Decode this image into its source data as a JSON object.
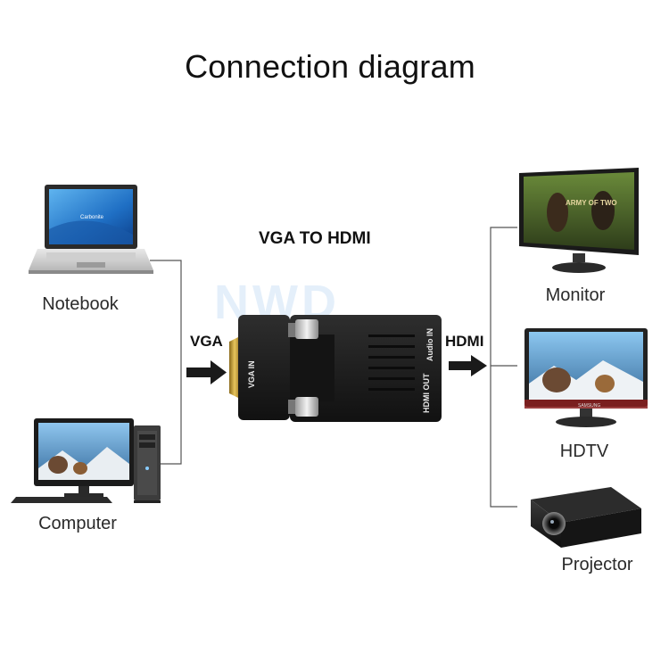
{
  "title": "Connection diagram",
  "subtitle": "VGA TO HDMI",
  "sources": [
    {
      "label": "Notebook"
    },
    {
      "label": "Computer"
    }
  ],
  "displays": [
    {
      "label": "Monitor"
    },
    {
      "label": "HDTV"
    },
    {
      "label": "Projector"
    }
  ],
  "connectors": {
    "input": "VGA",
    "output": "HDMI"
  },
  "adapter": {
    "port_vga": "VGA IN",
    "port_hdmi": "HDMI OUT",
    "port_audio": "Audio IN"
  },
  "watermark": "NWD",
  "screen_text": {
    "notebook": "Carbonite",
    "monitor_game": "ARMY OF TWO",
    "hdtv_brand": "SAMSUNG"
  },
  "colors": {
    "title": "#111111",
    "line": "#555555",
    "adapter": "#1c1c1c",
    "gold": "#c9a53c",
    "watermark": "#cfe3f7"
  }
}
